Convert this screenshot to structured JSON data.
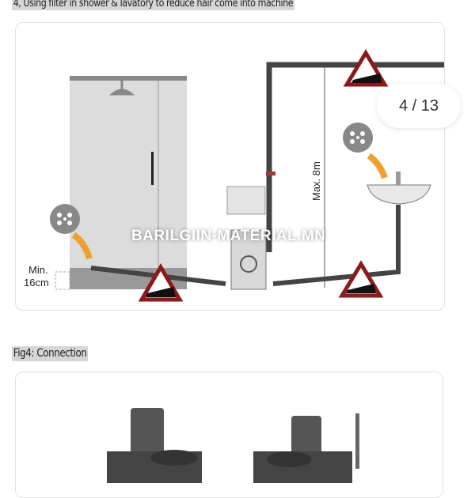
{
  "heading": "4, Using filter in shower & lavatory to reduce hair come into machine",
  "figure1": {
    "label_min": "Min.",
    "label_min_value": "16cm",
    "label_max": "Max. 8m"
  },
  "watermark": "BARILGIIN-MATERIAL.MN",
  "counter": "4 / 13",
  "figure4_caption": "Fig4: Connection",
  "colors": {
    "warning_red": "#8b1a1a",
    "pipe": "#444444",
    "arrow_orange": "#f0a030",
    "shower_gray": "#d8d8d8"
  }
}
